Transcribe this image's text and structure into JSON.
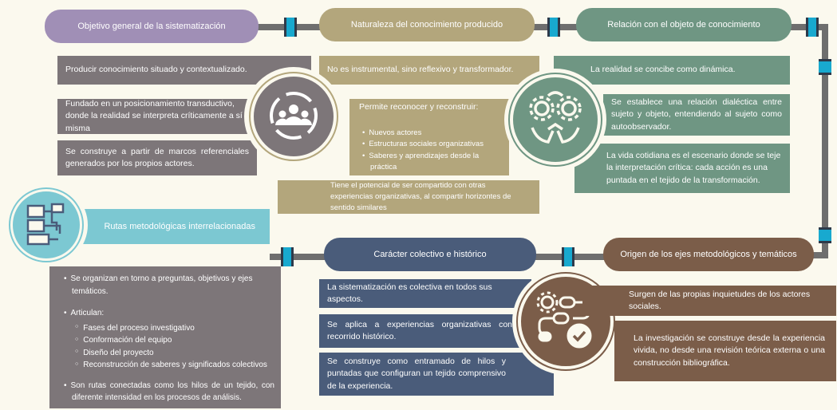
{
  "colors": {
    "purple": "#a08fb6",
    "tan": "#b3a67c",
    "green": "#6f9683",
    "gray": "#7d7679",
    "teal": "#7cc8d2",
    "navy": "#4a5c7a",
    "brown": "#7b5d49",
    "connector": "#18a9cf"
  },
  "headers": {
    "objetivo": "Objetivo general de la sistematización",
    "naturaleza": "Naturaleza del conocimiento producido",
    "relacion": "Relación con el objeto de conocimiento",
    "rutas": "Rutas metodológicas interrelacionadas",
    "caracter": "Carácter colectivo e histórico",
    "origen": "Origen de los ejes metodológicos y temáticos"
  },
  "objetivo": {
    "items": [
      "Producir conocimiento situado y contextualizado.",
      "Fundado en un posicionamiento transductivo, donde la realidad se interpreta críticamente a sí misma",
      "Se construye a partir de marcos referenciales generados por los propios actores."
    ]
  },
  "naturaleza": {
    "intro": "No es instrumental, sino reflexivo y transformador.",
    "permite": "Permite reconocer y reconstruir:",
    "list": [
      "Nuevos actores",
      "Estructuras sociales organizativas",
      "Saberes y aprendizajes desde la práctica"
    ],
    "potencial": "Tiene el potencial de ser compartido con otras experiencias organizativas, al compartir horizontes de sentido similares"
  },
  "relacion": {
    "items": [
      "La realidad se concibe como dinámica.",
      "Se establece una relación dialéctica entre sujeto y objeto, entendiendo al sujeto como autoobservador.",
      "La vida cotidiana es el escenario donde se teje la interpretación crítica: cada acción es una puntada en el tejido de la transformación."
    ]
  },
  "rutas": {
    "b1": "Se organizan en torno a preguntas, objetivos y ejes temáticos.",
    "b2": "Articulan:",
    "sub": [
      "Fases del proceso investigativo",
      "Conformación del equipo",
      "Diseño del proyecto",
      "Reconstrucción de saberes y significados colectivos"
    ],
    "b3": "Son rutas conectadas como los hilos de un tejido, con diferente intensidad en los procesos de análisis."
  },
  "caracter": {
    "items": [
      "La sistematización es colectiva en todos sus aspectos.",
      "Se aplica a experiencias organizativas con recorrido histórico.",
      "Se construye como entramado de hilos y puntadas que configuran un tejido comprensivo de la experiencia."
    ]
  },
  "origen": {
    "items": [
      "Surgen de las propias inquietudes de los actores sociales.",
      "La investigación se construye desde la experiencia vivida, no desde una revisión teórica externa o una construcción bibliográfica."
    ]
  },
  "icons": {
    "team": "team-target-icon",
    "gears": "gears-hands-icon",
    "flow": "flowchart-icon",
    "process": "process-check-icon"
  }
}
